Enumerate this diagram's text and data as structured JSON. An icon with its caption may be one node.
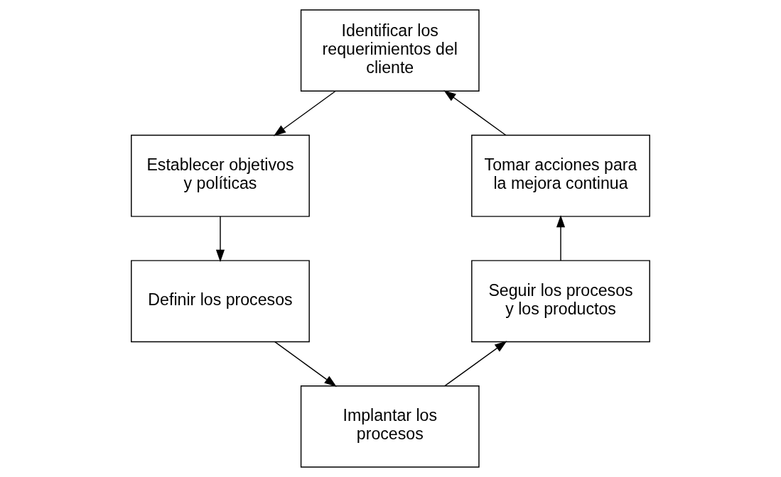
{
  "diagram": {
    "nodes": [
      {
        "text": [
          "Identificar los requerimientos del cliente"
        ]
      },
      {
        "text": [
          "Establecer objetivos y políticas"
        ]
      },
      {
        "text": [
          "Definir los procesos"
        ]
      },
      {
        "text": [
          "Implantar los procesos"
        ]
      },
      {
        "text": [
          "Seguir los procesos y los productos"
        ]
      },
      {
        "text": [
          "Tomar acciones para la mejora continua"
        ]
      }
    ],
    "edges": [
      {
        "from": 0,
        "to": 1,
        "arrow": "to"
      },
      {
        "from": 1,
        "to": 2,
        "arrow": "to"
      },
      {
        "from": 2,
        "to": 3,
        "arrow": "to"
      },
      {
        "from": 3,
        "to": 4,
        "arrow": "to"
      },
      {
        "from": 4,
        "to": 5,
        "arrow": "to"
      },
      {
        "from": 5,
        "to": 0,
        "arrow": "to"
      }
    ]
  }
}
